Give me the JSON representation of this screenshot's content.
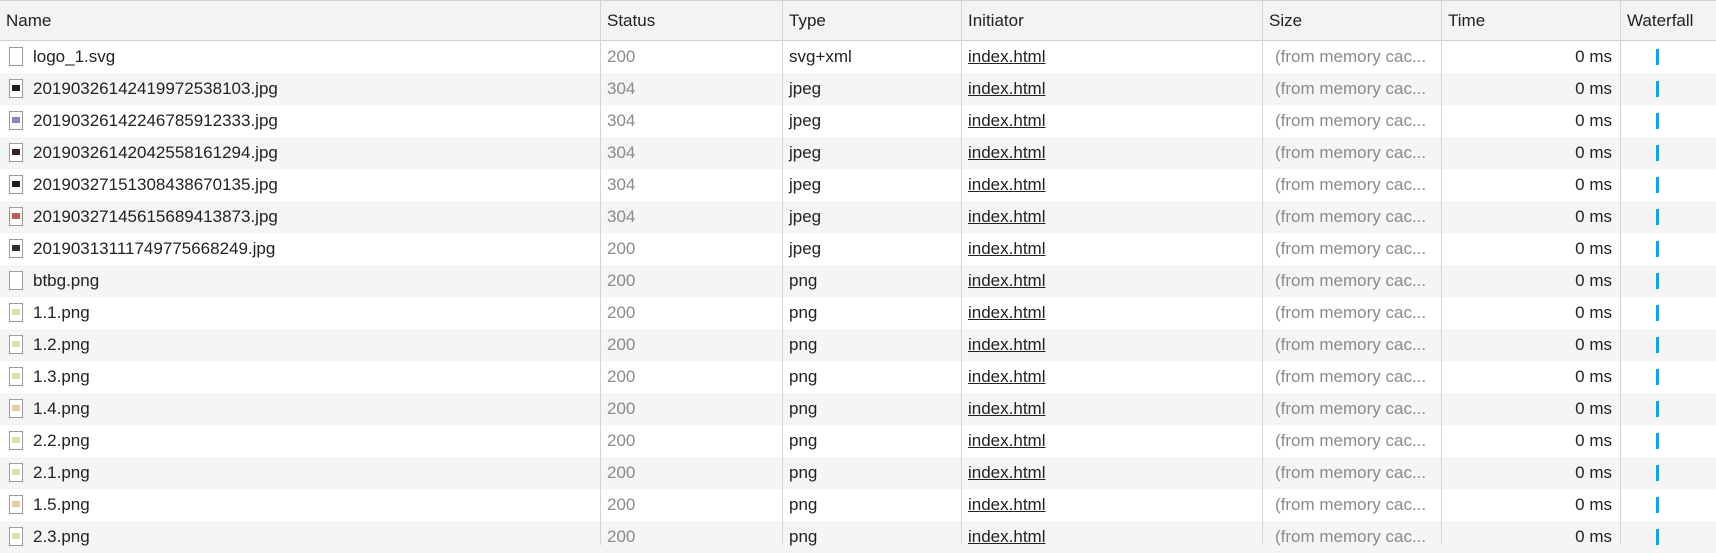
{
  "columns": [
    {
      "key": "name",
      "label": "Name"
    },
    {
      "key": "status",
      "label": "Status"
    },
    {
      "key": "type",
      "label": "Type"
    },
    {
      "key": "initiator",
      "label": "Initiator"
    },
    {
      "key": "size",
      "label": "Size"
    },
    {
      "key": "time",
      "label": "Time"
    },
    {
      "key": "waterfall",
      "label": "Waterfall"
    }
  ],
  "colors": {
    "waterfall_bar": "#1aa3d8",
    "header_bg": "#f3f3f3",
    "alt_row_bg": "#f5f5f5"
  },
  "rows": [
    {
      "name": "logo_1.svg",
      "status": "200",
      "type": "svg+xml",
      "initiator": "index.html",
      "size": "(from memory cac...",
      "time": "0 ms",
      "icon": "svg-file-icon",
      "thumb": "#ffffff"
    },
    {
      "name": "20190326142419972538103.jpg",
      "status": "304",
      "type": "jpeg",
      "initiator": "index.html",
      "size": "(from memory cac...",
      "time": "0 ms",
      "icon": "image-thumbnail-icon",
      "thumb": "#1c1c2a"
    },
    {
      "name": "20190326142246785912333.jpg",
      "status": "304",
      "type": "jpeg",
      "initiator": "index.html",
      "size": "(from memory cac...",
      "time": "0 ms",
      "icon": "image-thumbnail-icon",
      "thumb": "#8c86c8"
    },
    {
      "name": "20190326142042558161294.jpg",
      "status": "304",
      "type": "jpeg",
      "initiator": "index.html",
      "size": "(from memory cac...",
      "time": "0 ms",
      "icon": "image-thumbnail-icon",
      "thumb": "#3a2222"
    },
    {
      "name": "20190327151308438670135.jpg",
      "status": "304",
      "type": "jpeg",
      "initiator": "index.html",
      "size": "(from memory cac...",
      "time": "0 ms",
      "icon": "image-thumbnail-icon",
      "thumb": "#2a1a10"
    },
    {
      "name": "20190327145615689413873.jpg",
      "status": "304",
      "type": "jpeg",
      "initiator": "index.html",
      "size": "(from memory cac...",
      "time": "0 ms",
      "icon": "image-thumbnail-icon",
      "thumb": "#c85a5a"
    },
    {
      "name": "20190313111749775668249.jpg",
      "status": "200",
      "type": "jpeg",
      "initiator": "index.html",
      "size": "(from memory cac...",
      "time": "0 ms",
      "icon": "image-thumbnail-icon",
      "thumb": "#303030"
    },
    {
      "name": "btbg.png",
      "status": "200",
      "type": "png",
      "initiator": "index.html",
      "size": "(from memory cac...",
      "time": "0 ms",
      "icon": "png-file-icon",
      "thumb": "#ffffff"
    },
    {
      "name": "1.1.png",
      "status": "200",
      "type": "png",
      "initiator": "index.html",
      "size": "(from memory cac...",
      "time": "0 ms",
      "icon": "image-thumbnail-icon",
      "thumb": "#e8d9a8"
    },
    {
      "name": "1.2.png",
      "status": "200",
      "type": "png",
      "initiator": "index.html",
      "size": "(from memory cac...",
      "time": "0 ms",
      "icon": "image-thumbnail-icon",
      "thumb": "#e8d9a8"
    },
    {
      "name": "1.3.png",
      "status": "200",
      "type": "png",
      "initiator": "index.html",
      "size": "(from memory cac...",
      "time": "0 ms",
      "icon": "image-thumbnail-icon",
      "thumb": "#e8d9a8"
    },
    {
      "name": "1.4.png",
      "status": "200",
      "type": "png",
      "initiator": "index.html",
      "size": "(from memory cac...",
      "time": "0 ms",
      "icon": "image-thumbnail-icon",
      "thumb": "#e8c9a0"
    },
    {
      "name": "2.2.png",
      "status": "200",
      "type": "png",
      "initiator": "index.html",
      "size": "(from memory cac...",
      "time": "0 ms",
      "icon": "image-thumbnail-icon",
      "thumb": "#e8d9a8"
    },
    {
      "name": "2.1.png",
      "status": "200",
      "type": "png",
      "initiator": "index.html",
      "size": "(from memory cac...",
      "time": "0 ms",
      "icon": "image-thumbnail-icon",
      "thumb": "#e8d9a8"
    },
    {
      "name": "1.5.png",
      "status": "200",
      "type": "png",
      "initiator": "index.html",
      "size": "(from memory cac...",
      "time": "0 ms",
      "icon": "image-thumbnail-icon",
      "thumb": "#e8c9a0"
    },
    {
      "name": "2.3.png",
      "status": "200",
      "type": "png",
      "initiator": "index.html",
      "size": "(from memory cac...",
      "time": "0 ms",
      "icon": "image-thumbnail-icon",
      "thumb": "#e8d9a8"
    }
  ]
}
